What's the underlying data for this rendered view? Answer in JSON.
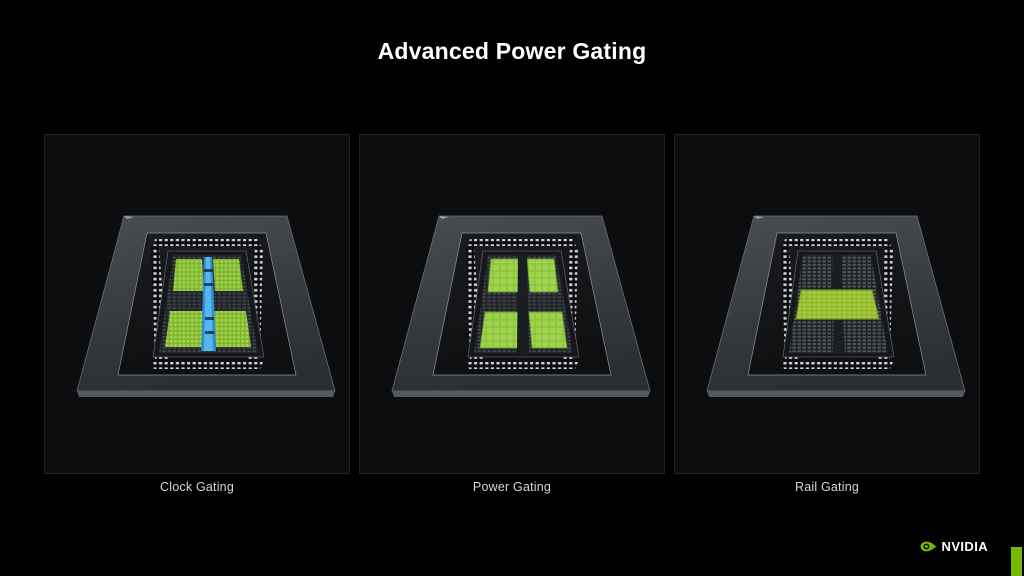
{
  "slide": {
    "title": "Advanced Power Gating",
    "background_color": "#000000",
    "title_color": "#ffffff"
  },
  "panels": [
    {
      "id": "clock-gating",
      "caption": "Clock Gating",
      "illustration": "gpu-die-on-substrate",
      "highlight_color": "#8cc63f",
      "secondary_color": "#3a9ad9",
      "highlight_pattern": "green-sm-clusters-with-blue-central-clock-spine"
    },
    {
      "id": "power-gating",
      "caption": "Power Gating",
      "illustration": "gpu-die-on-substrate",
      "highlight_color": "#8cc63f",
      "secondary_color": "",
      "highlight_pattern": "four-solid-green-quadrant-blocks"
    },
    {
      "id": "rail-gating",
      "caption": "Rail Gating",
      "illustration": "gpu-die-on-substrate",
      "highlight_color": "#9cbf30",
      "secondary_color": "",
      "highlight_pattern": "single-horizontal-green-rail-band"
    }
  ],
  "branding": {
    "logo_name": "nvidia-logo",
    "wordmark": "NVIDIA",
    "accent_color": "#76b900"
  }
}
